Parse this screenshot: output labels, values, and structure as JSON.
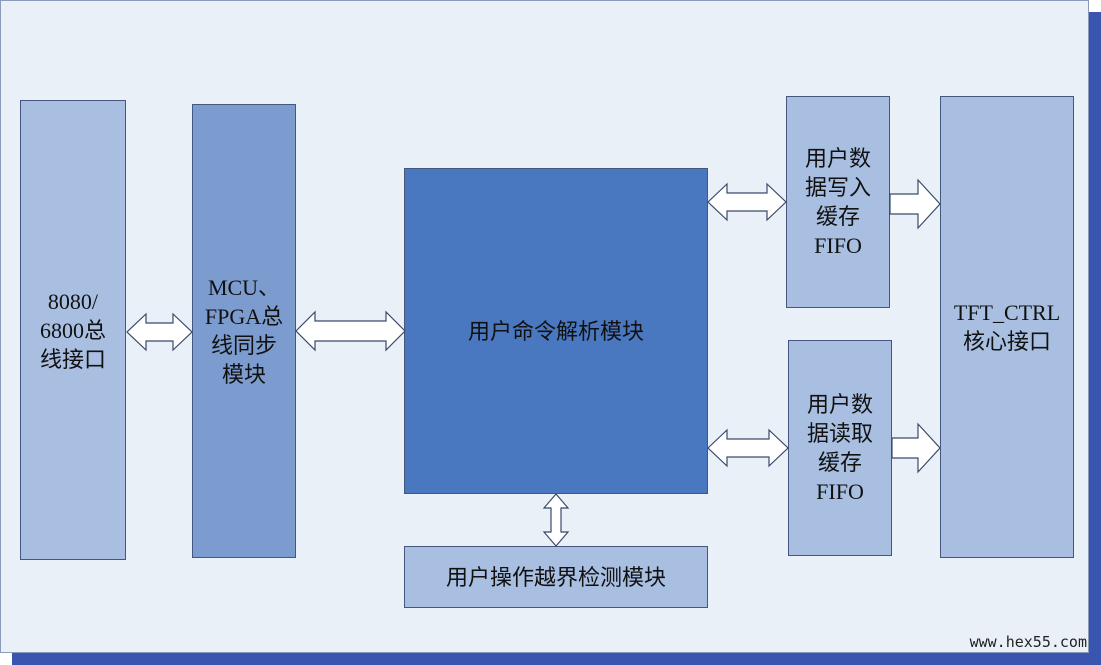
{
  "diagram": {
    "blocks": {
      "bus_interface": "8080/\n6800总\n线接口",
      "sync_module": "MCU、\nFPGA总\n线同步\n模块",
      "command_parser": "用户命令解析模块",
      "bounds_check": "用户操作越界检测模块",
      "write_fifo": "用户数\n据写入\n缓存\nFIFO",
      "read_fifo": "用户数\n据读取\n缓存\nFIFO",
      "tft_ctrl": "TFT_CTRL\n核心接口"
    },
    "watermark": "www.hex55.com"
  }
}
